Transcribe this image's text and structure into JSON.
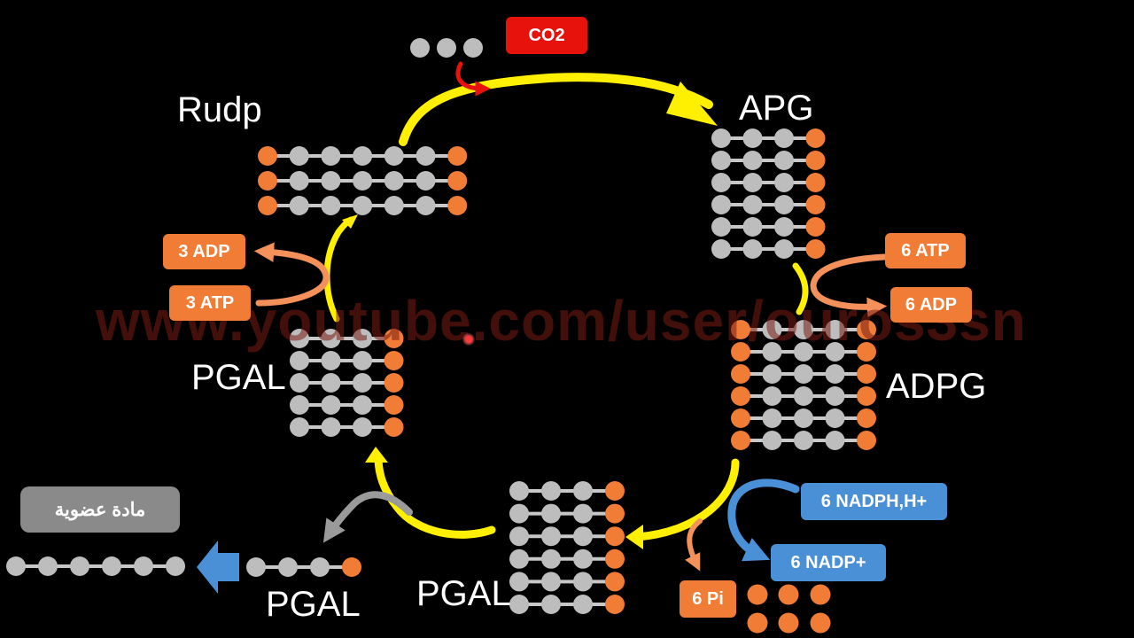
{
  "labels": {
    "rudp": "Rudp",
    "apg": "APG",
    "adpg": "ADPG",
    "pgal_left": "PGAL",
    "pgal_bottom": "PGAL",
    "pgal_out": "PGAL"
  },
  "chips": {
    "co2": "CO2",
    "atp6": "6 ATP",
    "adp6": "6 ADP",
    "adp3": "3 ADP",
    "atp3": "3 ATP",
    "nadph": "6 NADPH,H+",
    "nadp": "6 NADP+",
    "pi6": "6 Pi",
    "organic": "مادة عضوية"
  },
  "watermark": "www.youtube.com/user/ouros3sn",
  "colors": {
    "background": "#000000",
    "carbon_grey": "#bdbdbd",
    "phosphate_orange": "#f07c35",
    "cycle_yellow": "#ffef00",
    "co2_red": "#e8120c",
    "nadph_blue": "#4a90d6",
    "organic_grey": "#8a8a8a"
  }
}
